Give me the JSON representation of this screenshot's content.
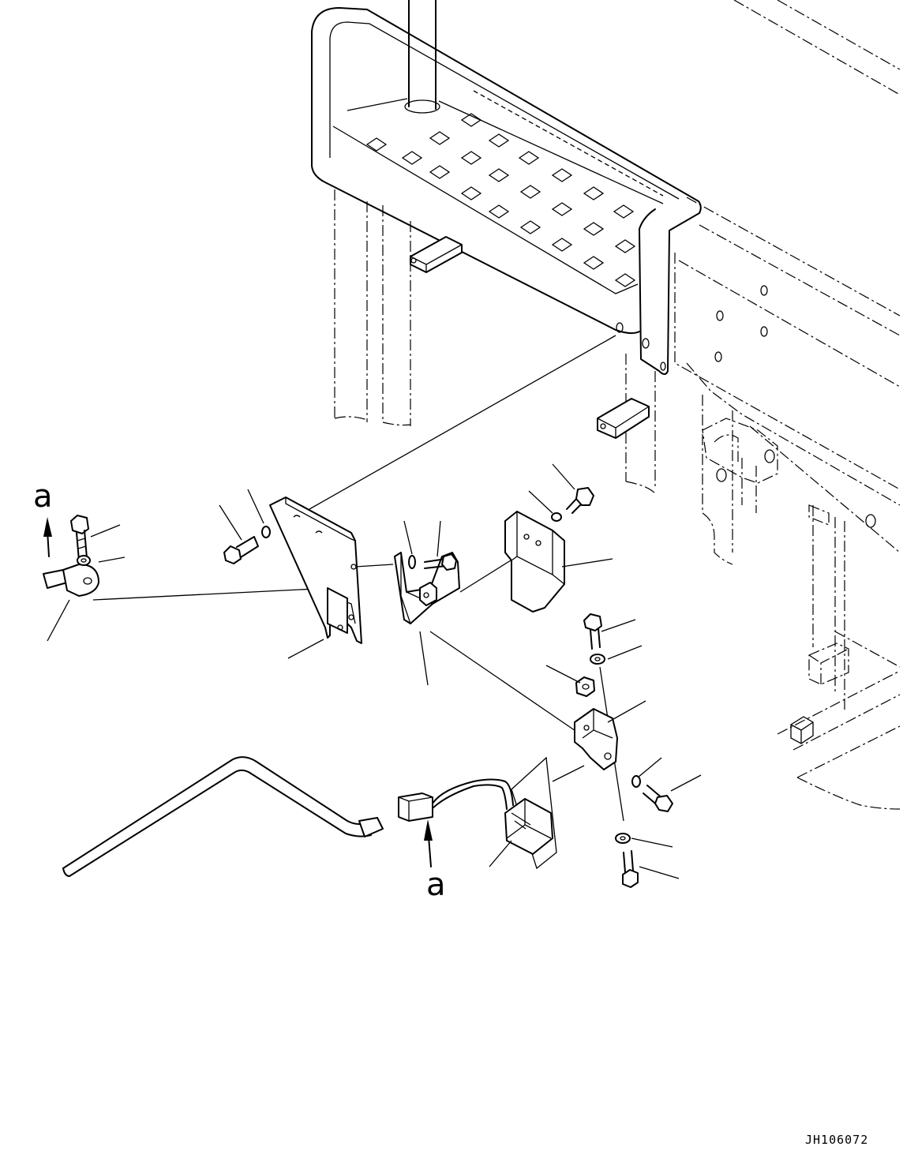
{
  "diagram": {
    "view_labels": [
      {
        "id": "top-left",
        "text": "a"
      },
      {
        "id": "bottom",
        "text": "a"
      }
    ],
    "drawing_code": "JH106072",
    "components": [
      {
        "name": "step-frame"
      },
      {
        "name": "mounting-bracket"
      },
      {
        "name": "sub-bracket"
      },
      {
        "name": "sensor-cover"
      },
      {
        "name": "sensor-holder"
      },
      {
        "name": "sensor"
      },
      {
        "name": "wire-harness"
      },
      {
        "name": "connector"
      },
      {
        "name": "clamp"
      }
    ]
  }
}
